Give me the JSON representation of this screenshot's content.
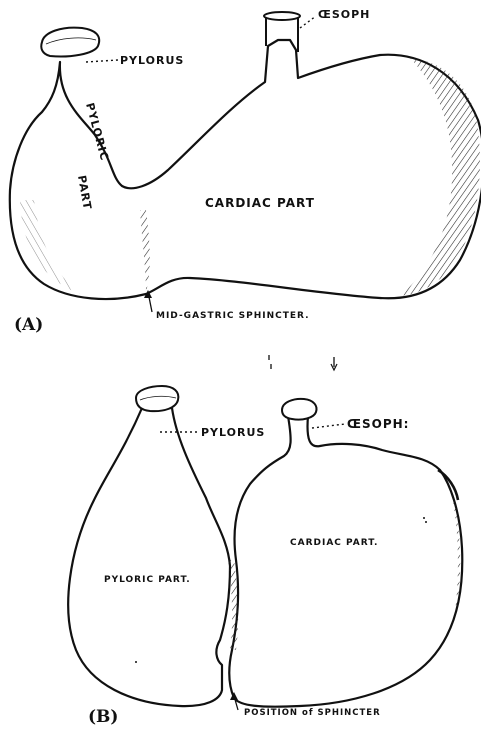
{
  "figure_a": {
    "panel_label": "(A)",
    "pylorus_label": "PYLORUS",
    "oesophagus_label": "ŒSOPH",
    "pyloric_part_line1": "PYLORIC",
    "pyloric_part_line2": "PART",
    "cardiac_part_label": "CARDIAC PART",
    "sphincter_label": "MID-GASTRIC SPHINCTER."
  },
  "figure_b": {
    "panel_label": "(B)",
    "pylorus_label": "PYLORUS",
    "oesophagus_label": "ŒSOPH:",
    "pyloric_part_label": "PYLORIC PART.",
    "cardiac_part_label": "CARDIAC PART.",
    "sphincter_label": "POSITION of SPHINCTER"
  }
}
